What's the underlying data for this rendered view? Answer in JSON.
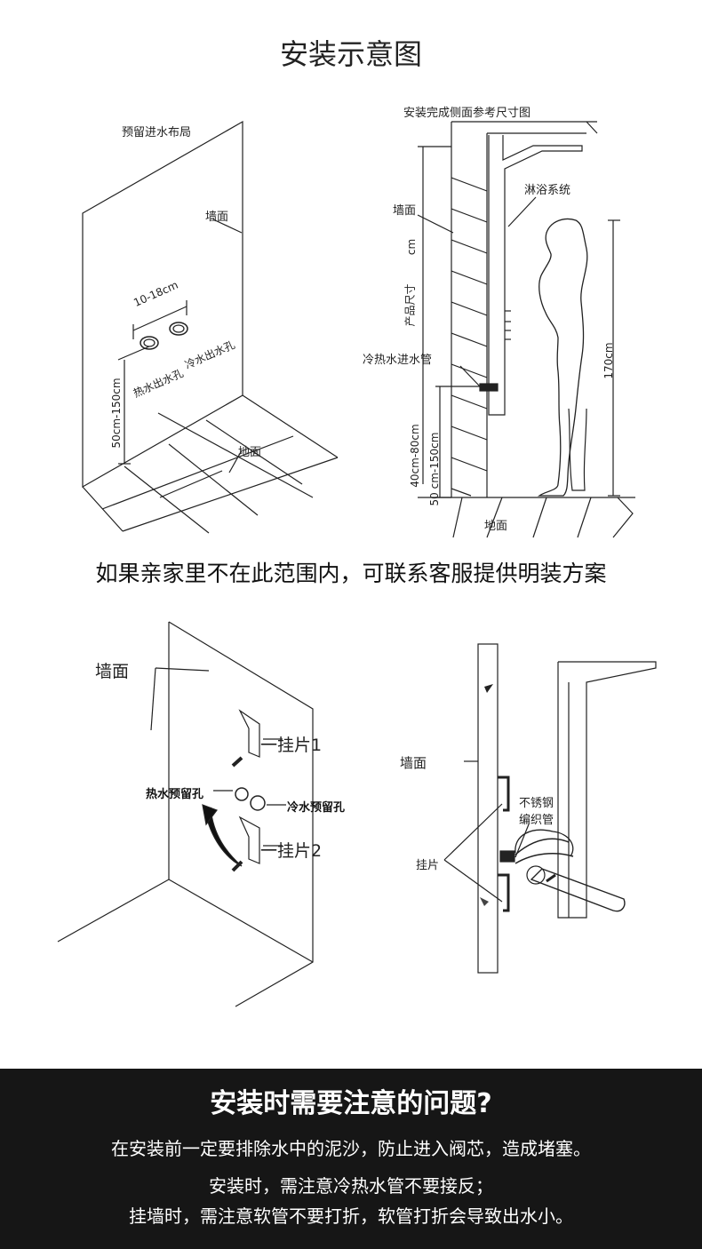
{
  "page_title": "安装示意图",
  "diagram1": {
    "title": "预留进水布局",
    "wall": "墙面",
    "spacing": "10-18cm",
    "hot_outlet": "热水出水孔",
    "cold_outlet": "冷水出水孔",
    "height": "50cm-150cm",
    "floor": "地面"
  },
  "diagram2": {
    "title": "安装完成侧面参考尺寸图",
    "shower_system": "淋浴系统",
    "wall": "墙面",
    "unit": "cm",
    "product_size": "产品尺寸",
    "inlet_pipe": "冷热水进水管",
    "range_a": "40cm-80cm",
    "range_b": "50 cm-150cm",
    "person_height": "170cm",
    "floor": "地面"
  },
  "notice": "如果亲家里不在此范围内，可联系客服提供明装方案",
  "diagram3": {
    "wall": "墙面",
    "bracket1": "一挂片1",
    "bracket2": "一挂片2",
    "hot_hole": "热水预留孔",
    "cold_hole": "冷水预留孔"
  },
  "diagram4": {
    "wall": "墙面",
    "hose_line1": "不锈钢",
    "hose_line2": "编织管",
    "bracket": "挂片"
  },
  "tips": {
    "title": "安装时需要注意的问题?",
    "line1": "在安装前一定要排除水中的泥沙，防止进入阀芯，造成堵塞。",
    "line2": "安装时，需注意冷热水管不要接反；",
    "line3": "挂墙时，需注意软管不要打折，软管打折会导致出水小。"
  }
}
